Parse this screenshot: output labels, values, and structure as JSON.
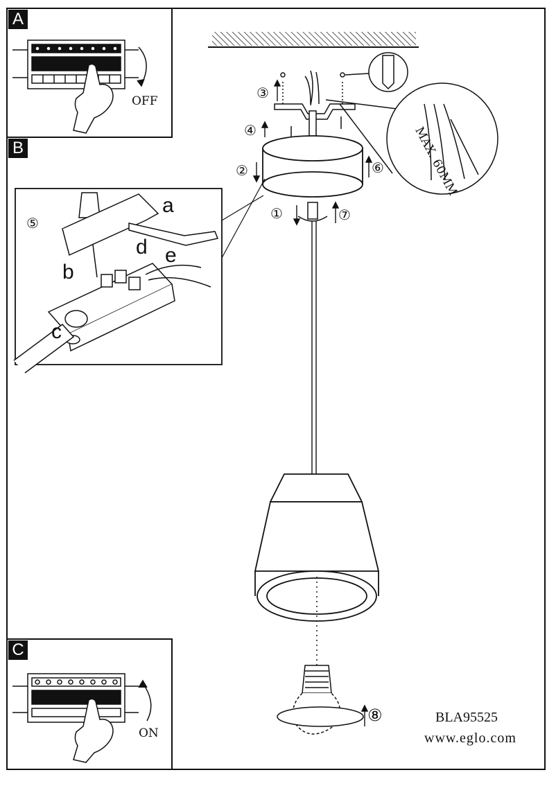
{
  "sections": {
    "a": "A",
    "b": "B",
    "c": "C"
  },
  "switch_states": {
    "off": "OFF",
    "on": "ON"
  },
  "steps": {
    "s1": "①",
    "s2": "②",
    "s3": "③",
    "s4": "④",
    "s5": "⑤",
    "s6": "⑥",
    "s7": "⑦",
    "s8": "⑧"
  },
  "substeps": {
    "a": "a",
    "b": "b",
    "c": "c",
    "d": "d",
    "e": "e"
  },
  "cable_note": "MAX. 60MM",
  "model": "BLA95525",
  "website": "www.eglo.com"
}
